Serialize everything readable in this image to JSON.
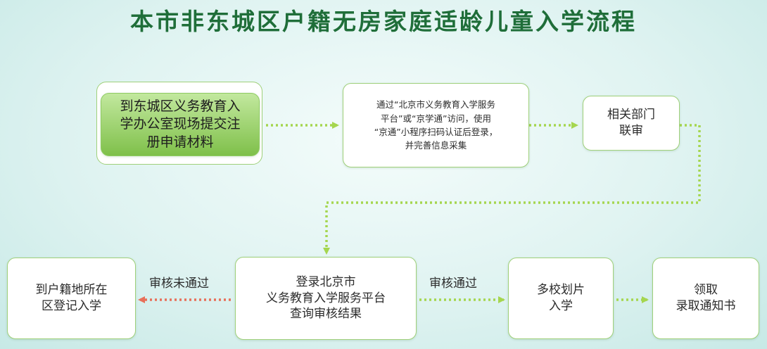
{
  "title": "本市非东城区户籍无房家庭适龄儿童入学流程",
  "nodes": {
    "submit": "到东城区义务教育入\n学办公室现场提交注\n册申请材料",
    "online": "通过“北京市义务教育入学服务\n平台”或“京学通”访问，使用\n“京通”小程序扫码认证后登录，\n并完善信息采集",
    "review": "相关部门\n联审",
    "query": "登录北京市\n义务教育入学服务平台\n查询审核结果",
    "fail_dest": "到户籍地所在\n区登记入学",
    "assign": "多校划片\n入学",
    "notice": "领取\n录取通知书"
  },
  "edges": {
    "fail_label": "审核未通过",
    "pass_label": "审核通过"
  },
  "colors": {
    "title": "#1f6e39",
    "green_arrow": "#a5d64f",
    "red_arrow": "#e8705a",
    "border": "#9fd07a"
  }
}
